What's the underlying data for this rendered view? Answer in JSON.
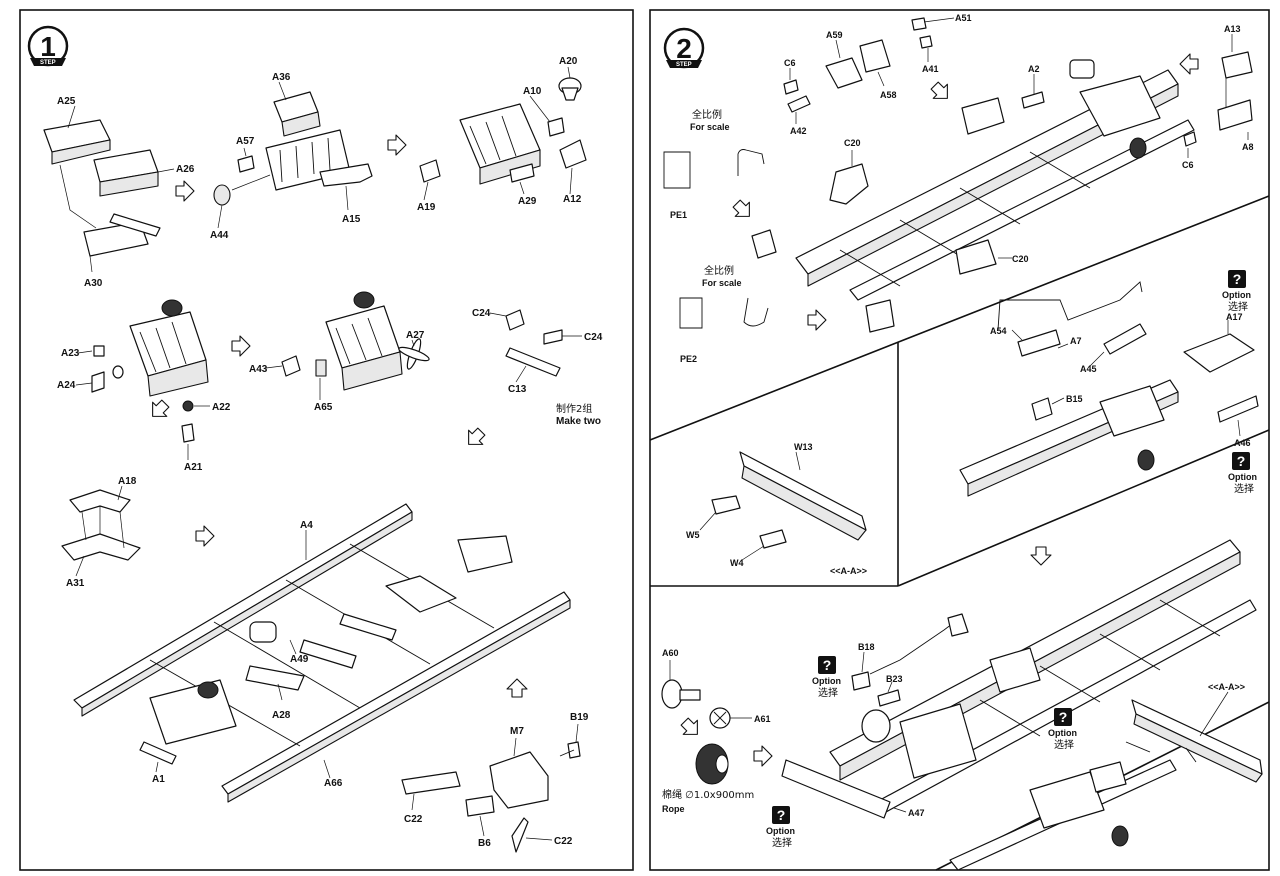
{
  "step1": {
    "number": "1",
    "step_word": "STEP",
    "labels": {
      "A25": "A25",
      "A26": "A26",
      "A30": "A30",
      "A36": "A36",
      "A57": "A57",
      "A44": "A44",
      "A15": "A15",
      "A20": "A20",
      "A10": "A10",
      "A19": "A19",
      "A29": "A29",
      "A12": "A12",
      "A23": "A23",
      "A24": "A24",
      "A22": "A22",
      "A21": "A21",
      "A43": "A43",
      "A65": "A65",
      "A27": "A27",
      "C24a": "C24",
      "C24b": "C24",
      "C13": "C13",
      "A18": "A18",
      "A31": "A31",
      "A4": "A4",
      "A49": "A49",
      "A28": "A28",
      "A1": "A1",
      "A66": "A66",
      "B19": "B19",
      "M7": "M7",
      "C22a": "C22",
      "C22b": "C22",
      "B6": "B6"
    },
    "make_two_cn": "制作2组",
    "make_two_en": "Make two"
  },
  "step2": {
    "number": "2",
    "step_word": "STEP",
    "labels": {
      "A51": "A51",
      "A59": "A59",
      "C6a": "C6",
      "A41": "A41",
      "A58": "A58",
      "A42": "A42",
      "A2": "A2",
      "A13": "A13",
      "A8": "A8",
      "C6b": "C6",
      "C20a": "C20",
      "C20b": "C20",
      "PE1": "PE1",
      "PE2": "PE2",
      "A54": "A54",
      "A7": "A7",
      "A17": "A17",
      "A45": "A45",
      "B15": "B15",
      "A46": "A46",
      "W13": "W13",
      "W5": "W5",
      "W4": "W4",
      "A60": "A60",
      "A61": "A61",
      "B18": "B18",
      "B23": "B23",
      "A47": "A47"
    },
    "scale_cn": "全比例",
    "scale_en": "For scale",
    "option_en": "Option",
    "option_cn": "选择",
    "option_mark": "?",
    "section_ref": "<<A-A>>",
    "rope_cn": "棉绳 ∅1.0x900mm",
    "rope_en": "Rope"
  }
}
